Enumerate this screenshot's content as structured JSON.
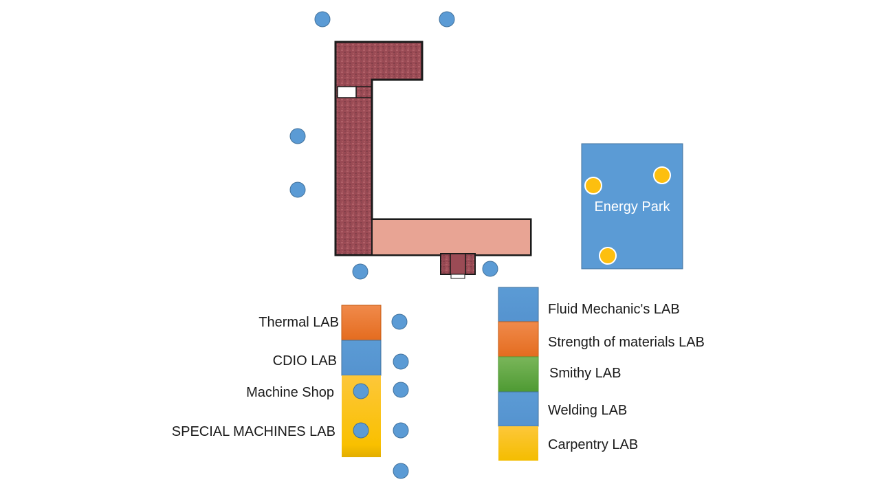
{
  "energy_park": {
    "label": "Energy Park"
  },
  "left_column_labels": {
    "thermal": "Thermal LAB",
    "cdio": "CDIO LAB",
    "machine_shop": "Machine Shop",
    "special_machines": "SPECIAL MACHINES LAB"
  },
  "right_column_labels": {
    "fluid": "Fluid Mechanic's LAB",
    "strength": "Strength of materials LAB",
    "smithy": "Smithy LAB",
    "welding": "Welding LAB",
    "carpentry": "Carpentry LAB"
  },
  "colors": {
    "building_dark": "#9b4b55",
    "building_light": "#e8a494",
    "outline": "#1a1a1a",
    "blue_marker": "#5b9bd5",
    "yellow_marker": "#fdbf0f",
    "lab_blue": "#5b9bd5",
    "lab_orange": "#ed7d31",
    "lab_green": "#5fa841",
    "lab_yellow": "#fdc400"
  }
}
